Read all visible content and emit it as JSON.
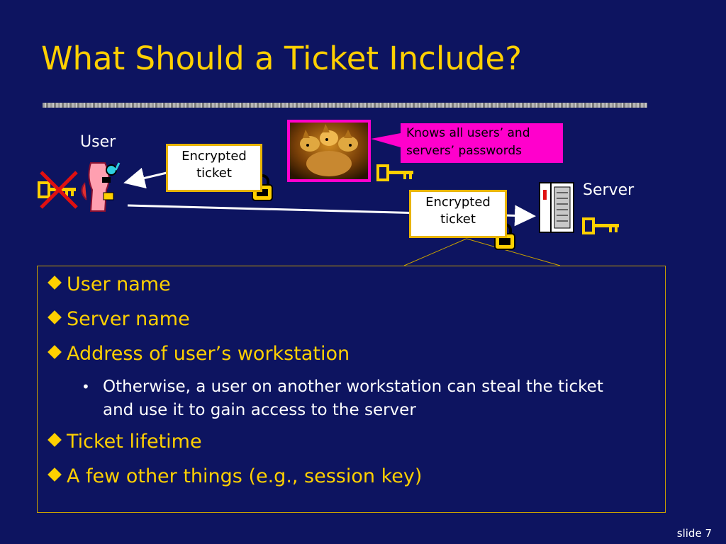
{
  "title": "What Should a Ticket Include?",
  "diagram": {
    "user_label": "User",
    "server_label": "Server",
    "ticket_left": {
      "line1": "Encrypted",
      "line2": "ticket"
    },
    "ticket_right": {
      "line1": "Encrypted",
      "line2": "ticket"
    },
    "callout": {
      "line1": "Knows all users’ and",
      "line2": "servers’ passwords"
    }
  },
  "bullets": [
    {
      "text": "User name"
    },
    {
      "text": "Server name"
    },
    {
      "text": "Address of user’s workstation"
    },
    {
      "sub": "Otherwise, a user on another workstation can steal the ticket",
      "sub2": "and use it to gain access to the server"
    },
    {
      "text": "Ticket lifetime"
    },
    {
      "text": "A few other things (e.g., session key)"
    }
  ],
  "footer": {
    "slide": "slide 7"
  },
  "colors": {
    "background": "#0d1460",
    "title": "#ffd000",
    "callout": "#ff00cc",
    "ticket_border": "#e8b400"
  }
}
